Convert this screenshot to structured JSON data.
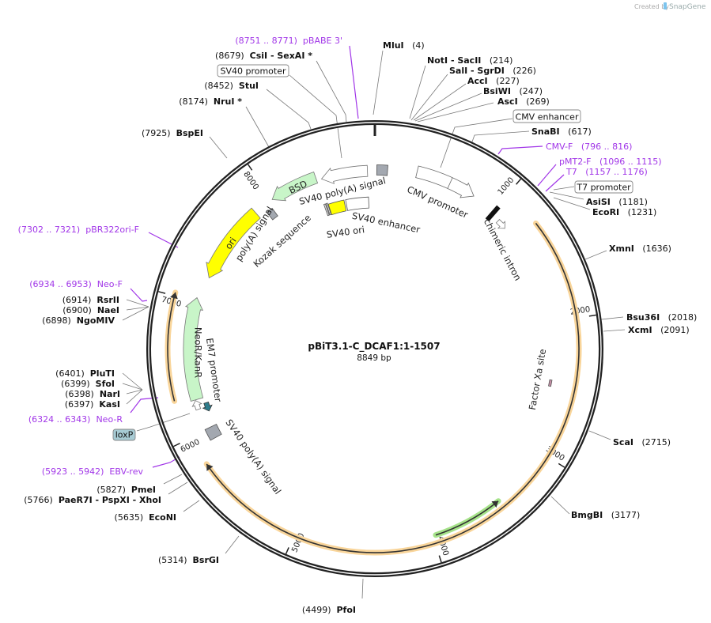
{
  "credit": {
    "created_by": "Created by",
    "brand": "SnapGene"
  },
  "plasmid": {
    "name": "pBiT3.1-C_DCAF1:1-1507",
    "length_label": "8849 bp",
    "length_bp": 8849
  },
  "ticks": [
    "1000",
    "2000",
    "3000",
    "4000",
    "5000",
    "6000",
    "7000",
    "8000"
  ],
  "left_labels": [
    {
      "pos": "(8751 .. 8771)",
      "name": "pBABE 3'",
      "type": "primer"
    },
    {
      "pos": "(8679)",
      "name": "CsiI  - SexAI *",
      "type": "enzyme"
    },
    {
      "pos": "(8452)",
      "name": "StuI",
      "type": "enzyme"
    },
    {
      "pos": "(8174)",
      "name": "NruI *",
      "type": "enzyme"
    },
    {
      "pos": "(7925)",
      "name": "BspEI",
      "type": "enzyme"
    },
    {
      "pos": "(7302 .. 7321)",
      "name": "pBR322ori-F",
      "type": "primer"
    },
    {
      "pos": "(6934 .. 6953)",
      "name": "Neo-F",
      "type": "primer"
    },
    {
      "pos": "(6914)",
      "name": "RsrII",
      "type": "enzyme"
    },
    {
      "pos": "(6900)",
      "name": "NaeI",
      "type": "enzyme"
    },
    {
      "pos": "(6898)",
      "name": "NgoMIV",
      "type": "enzyme"
    },
    {
      "pos": "(6401)",
      "name": "PluTI",
      "type": "enzyme"
    },
    {
      "pos": "(6399)",
      "name": "SfoI",
      "type": "enzyme"
    },
    {
      "pos": "(6398)",
      "name": "NarI",
      "type": "enzyme"
    },
    {
      "pos": "(6397)",
      "name": "KasI",
      "type": "enzyme"
    },
    {
      "pos": "(6324 .. 6343)",
      "name": "Neo-R",
      "type": "primer"
    },
    {
      "pos": "(5923 .. 5942)",
      "name": "EBV-rev",
      "type": "primer"
    },
    {
      "pos": "(5827)",
      "name": "PmeI",
      "type": "enzyme"
    },
    {
      "pos": "(5766)",
      "name": "PaeR7I  - PspXI  - XhoI",
      "type": "enzyme"
    },
    {
      "pos": "(5635)",
      "name": "EcoNI",
      "type": "enzyme"
    },
    {
      "pos": "(5314)",
      "name": "BsrGI",
      "type": "enzyme"
    },
    {
      "pos": "(4499)",
      "name": "PfoI",
      "type": "enzyme"
    }
  ],
  "right_labels": [
    {
      "name": "MluI",
      "pos": "(4)",
      "type": "enzyme"
    },
    {
      "name": "NotI  - SacII",
      "pos": "(214)",
      "type": "enzyme"
    },
    {
      "name": "SalI  - SgrDI",
      "pos": "(226)",
      "type": "enzyme"
    },
    {
      "name": "AccI",
      "pos": "(227)",
      "type": "enzyme"
    },
    {
      "name": "BsiWI",
      "pos": "(247)",
      "type": "enzyme"
    },
    {
      "name": "AscI",
      "pos": "(269)",
      "type": "enzyme"
    },
    {
      "name": "SnaBI",
      "pos": "(617)",
      "type": "enzyme"
    },
    {
      "name": "CMV-F",
      "pos": "(796 .. 816)",
      "type": "primer"
    },
    {
      "name": "pMT2-F",
      "pos": "(1096 .. 1115)",
      "type": "primer"
    },
    {
      "name": "T7",
      "pos": "(1157 .. 1176)",
      "type": "primer"
    },
    {
      "name": "AsiSI",
      "pos": "(1181)",
      "type": "enzyme"
    },
    {
      "name": "EcoRI",
      "pos": "(1231)",
      "type": "enzyme"
    },
    {
      "name": "XmnI",
      "pos": "(1636)",
      "type": "enzyme"
    },
    {
      "name": "Bsu36I",
      "pos": "(2018)",
      "type": "enzyme"
    },
    {
      "name": "XcmI",
      "pos": "(2091)",
      "type": "enzyme"
    },
    {
      "name": "ScaI",
      "pos": "(2715)",
      "type": "enzyme"
    },
    {
      "name": "BmgBI",
      "pos": "(3177)",
      "type": "enzyme"
    }
  ],
  "boxed_labels": [
    "SV40 promoter",
    "CMV enhancer",
    "T7 promoter",
    "loxP"
  ],
  "feature_labels": {
    "sv40_polya_top": "SV40 poly(A) signal",
    "bsd": "BSD",
    "polya_signal": "poly(A) signal",
    "ori": "ori",
    "kozak": "Kozak sequence",
    "sv40_ori": "SV40 ori",
    "sv40_enhancer": "SV40 enhancer",
    "cmv_promoter": "CMV promoter",
    "chimeric_intron": "chimeric intron",
    "factor_xa": "Factor Xa site",
    "neor": "NeoR/KanR",
    "em7": "EM7 promoter",
    "sv40_polya_bottom": "SV40 poly(A) signal"
  },
  "colors": {
    "primer": "#a136e8",
    "orf_highlight": "#f9d59a",
    "marker_green": "#c8f5c8",
    "ori_yellow": "#ffff00",
    "polya_gray": "#a3a8b0",
    "loxp_teal": "#a7cbd4",
    "arrow_green": "#a6e38a",
    "backbone": "#222222"
  }
}
